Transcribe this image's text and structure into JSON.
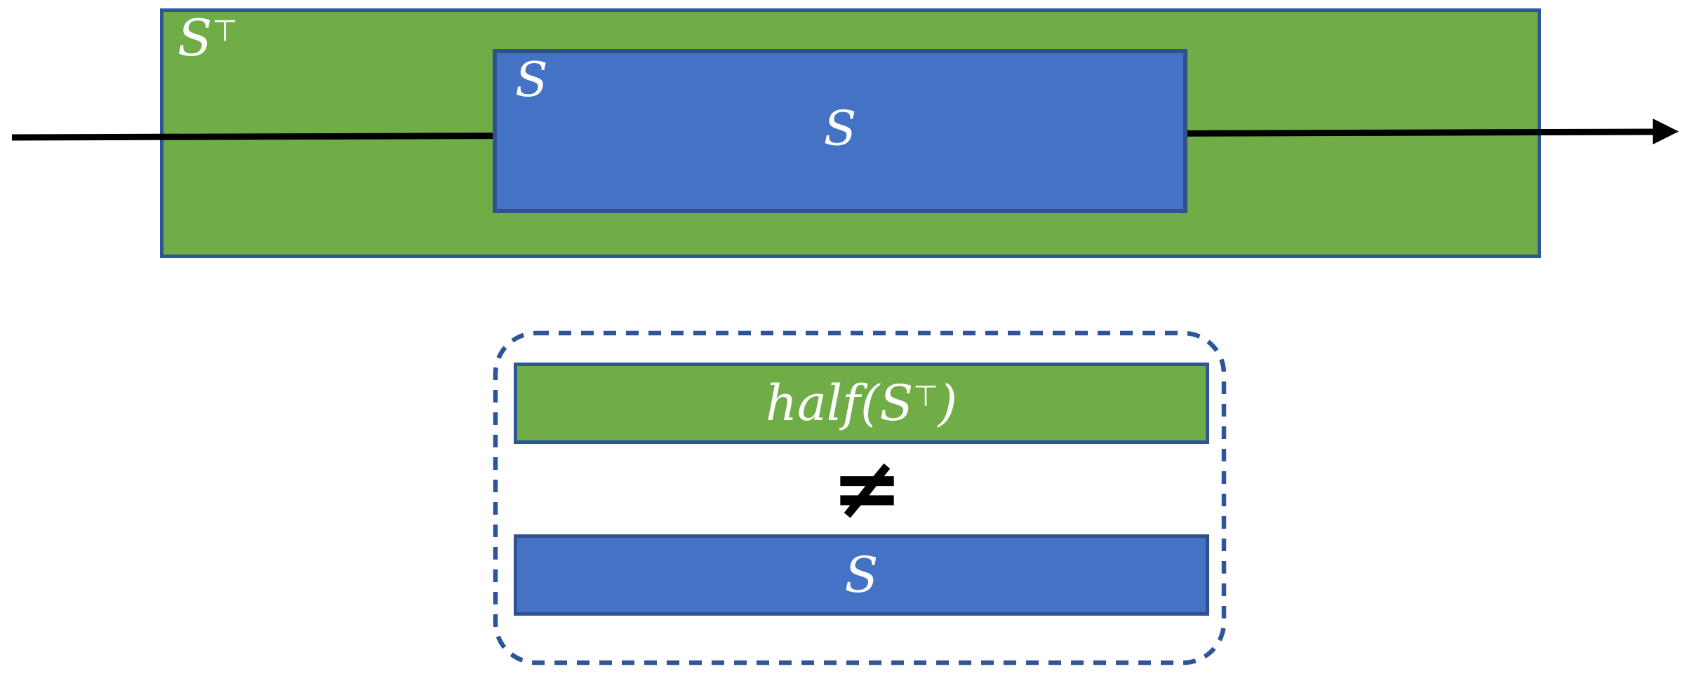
{
  "colors": {
    "green_fill": "#70AD47",
    "blue_fill": "#4472C4",
    "green_shape_border": "#2E5597",
    "blue_shape_border": "#2F528F",
    "dashed_container_border": "#2E5597",
    "arrow": "#000000",
    "label_text": "#FFFFFF",
    "background": "#FFFFFF"
  },
  "top_diagram": {
    "outer_set": {
      "label_base": "S",
      "label_sup": "⊤"
    },
    "inner_set": {
      "corner_label": "S",
      "center_label": "S"
    },
    "arrow": {
      "direction": "right"
    }
  },
  "bottom_diagram": {
    "green_bar": {
      "label_prefix": "half(S",
      "label_sup": "⊤",
      "label_suffix": ")"
    },
    "relation_symbol": "≠",
    "blue_bar": {
      "label": "S"
    }
  }
}
